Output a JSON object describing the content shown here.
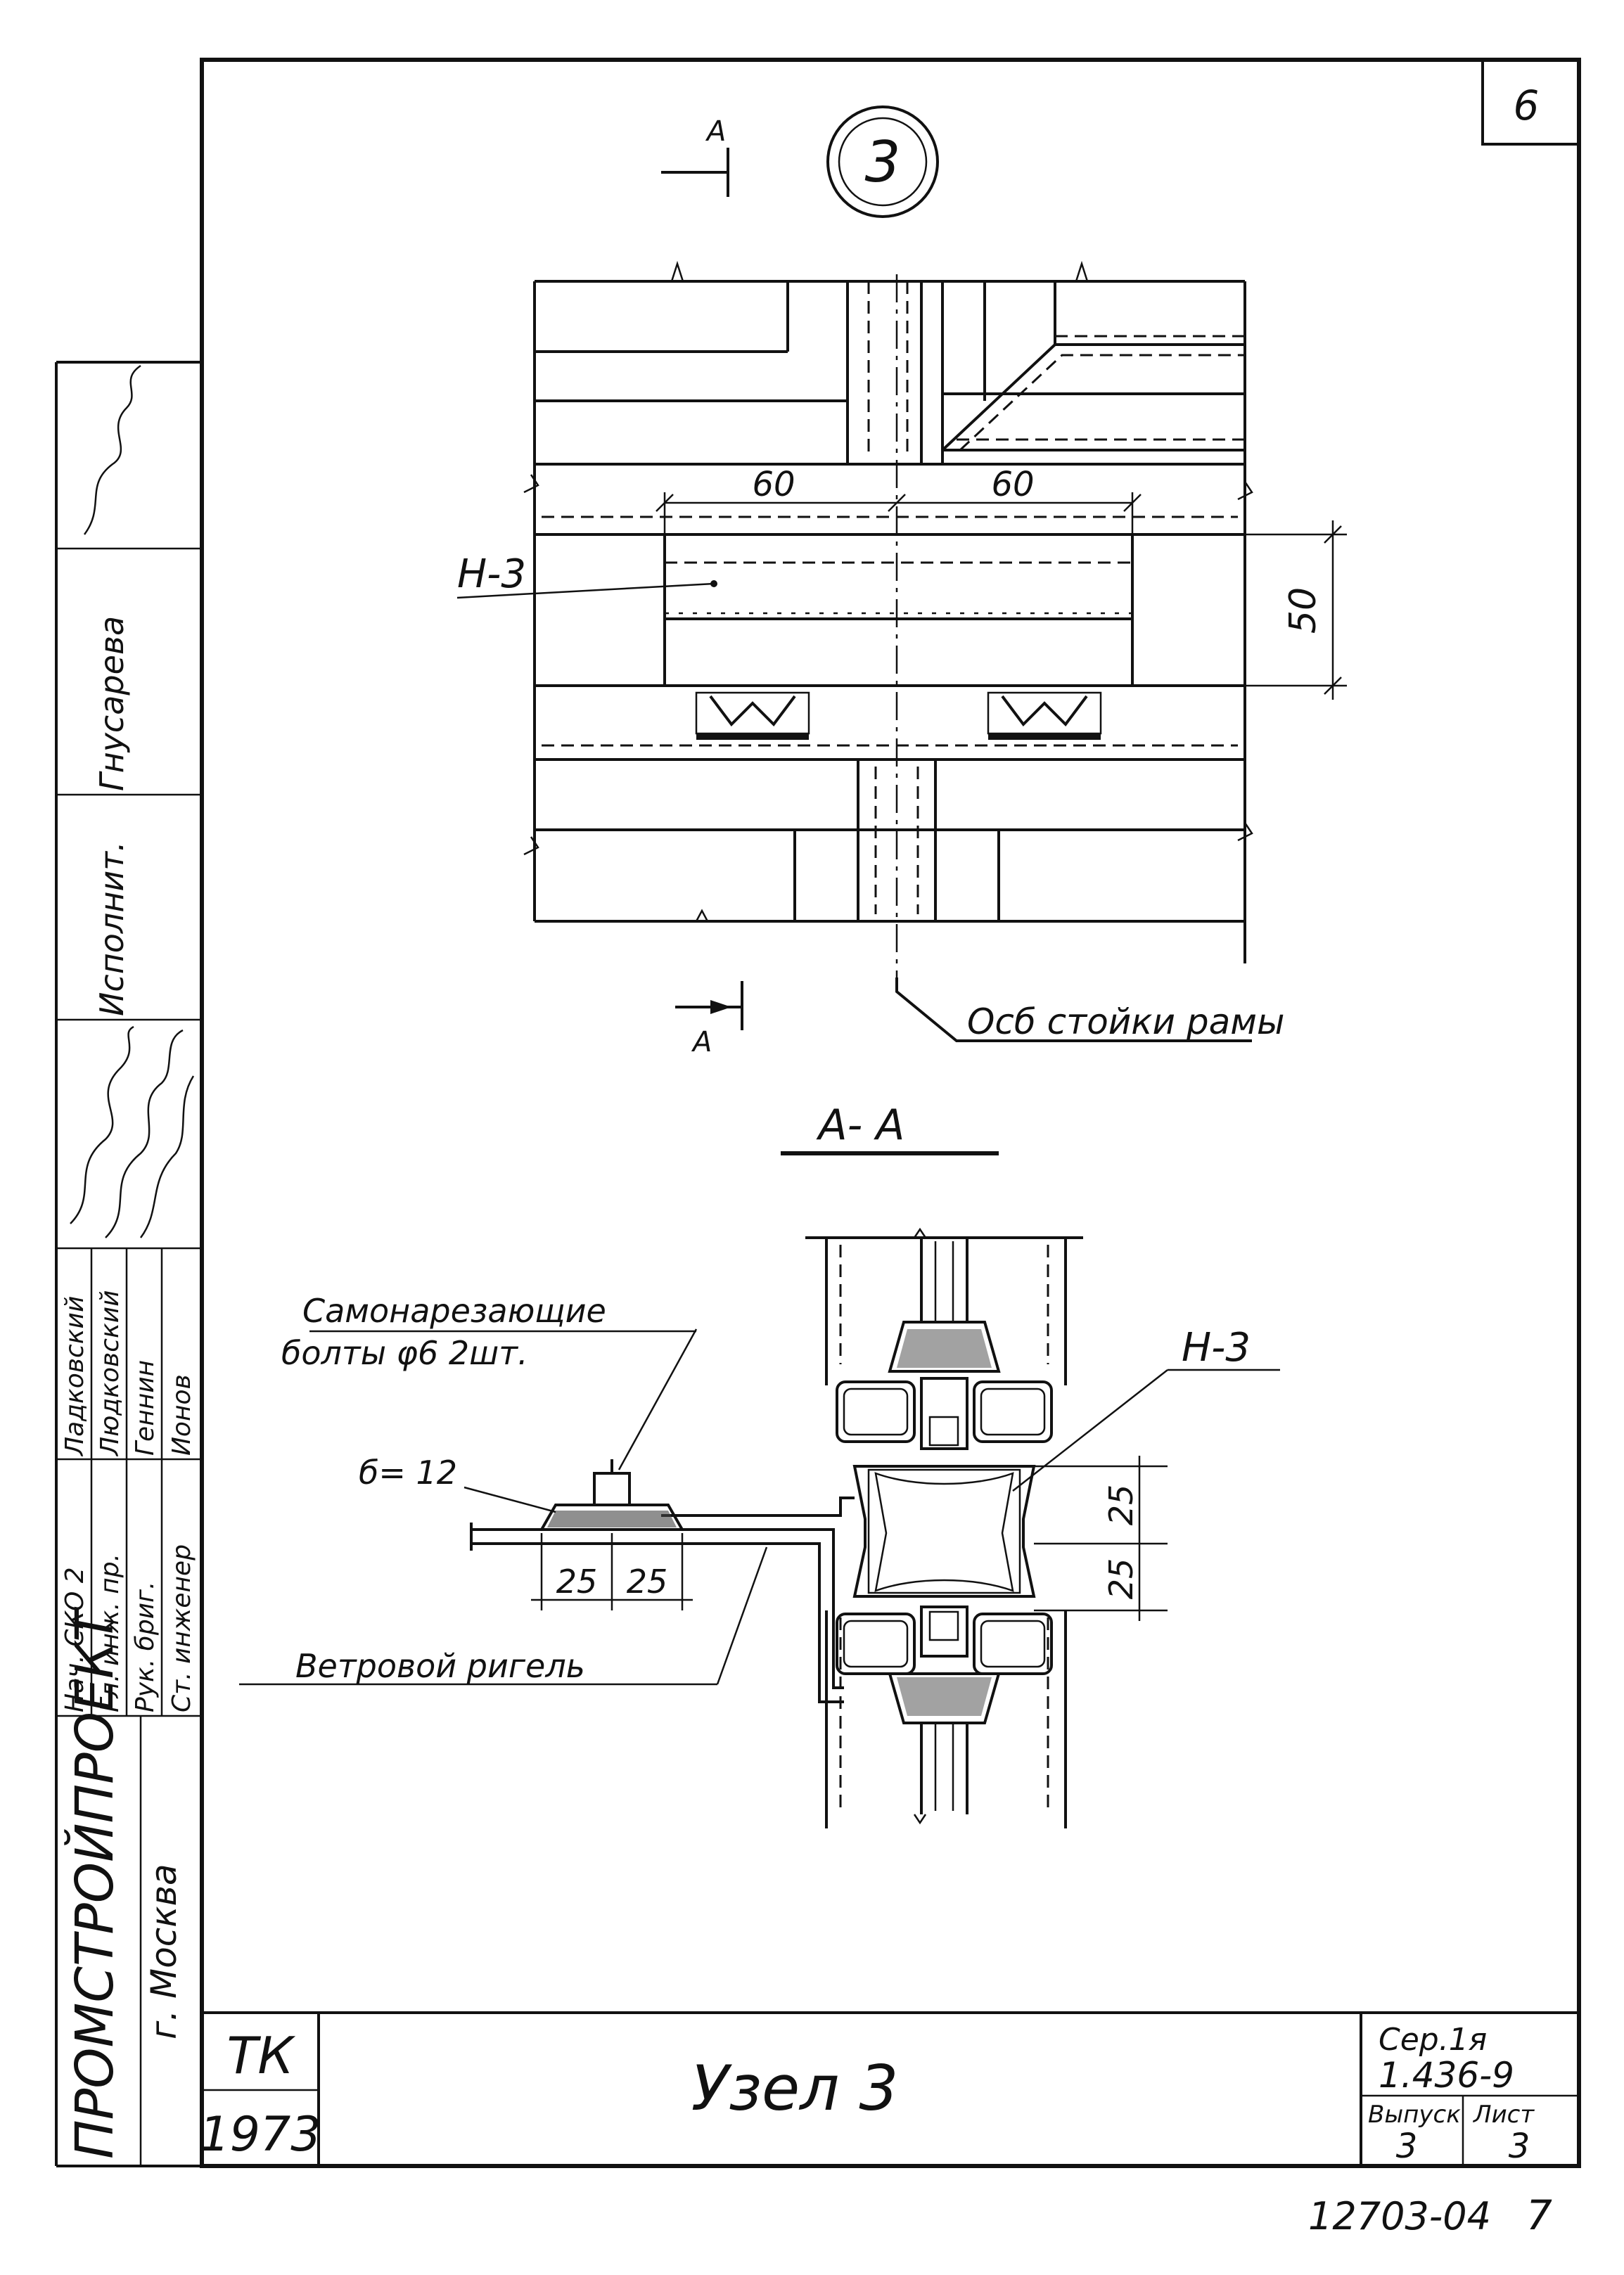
{
  "sheet_number": "6",
  "node_marker": "3",
  "section_arrow_label": "А",
  "plan": {
    "dim_left": "60",
    "dim_right": "60",
    "dim_height": "50",
    "element_label": "Н-3",
    "axis_note": "Осб стойки рамы"
  },
  "section": {
    "title": "А- А",
    "bolt_note_line1": "Самонарезающие",
    "bolt_note_line2": "болты φ6 2шт.",
    "thickness_label": "б= 12",
    "element_label": "Н-3",
    "dim_a": "25",
    "dim_b": "25",
    "dim_v1": "25",
    "dim_v2": "25",
    "rigel_note": "Ветровой ригель"
  },
  "sidebar": {
    "org": "ПРОМСТРОЙПРОЕКТ",
    "city": "г. Москва",
    "roles": [
      "Нач. СКО 2",
      "Гл. инж. пр.",
      "Рук. бриг.",
      "Ст. инженер"
    ],
    "names": [
      "Ладковский",
      "Людковский",
      "Геннин",
      "Ионов"
    ],
    "executor_label": "Исполнит.",
    "executor_name": "Гнусарева"
  },
  "title_block": {
    "tk": "ТК",
    "year": "1973",
    "title": "Узел 3",
    "series_label": "Сер.1я",
    "series_value": "1.436-9",
    "issue_label": "Выпуск",
    "issue_value": "3",
    "sheet_label": "Лист",
    "sheet_value": "3"
  },
  "footer_code": "12703-04",
  "footer_page": "7"
}
